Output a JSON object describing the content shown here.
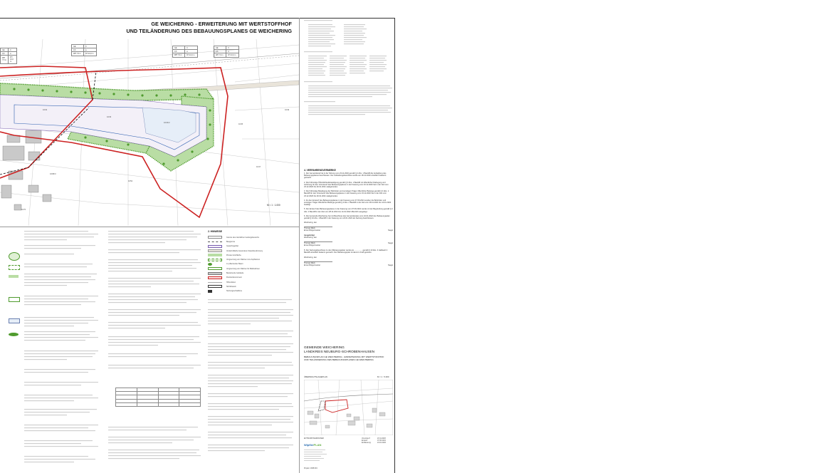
{
  "sheet": {
    "title_line1": "GE WEICHERING - ERWEITERUNG MIT WERTSTOFFHOF",
    "title_line2": "UND TEILÄNDERUNG DES BEBAUUNGSPLANES GE WEICHERING",
    "map_scale": "M = 1 : 1.000",
    "overview_scale": "M = 1 : 5.000",
    "overview_label": "ÜBERSICHTSLAGEPLAN"
  },
  "nutzungs_tables": [
    {
      "zone": "GE",
      "value": "0,6",
      "wh": "WH 7,5 m",
      "fh": "FH 10,0 m"
    },
    {
      "zone": "GE",
      "value": "0,6",
      "wh": "WH 7,5 m",
      "fh": "FH 10,0 m"
    },
    {
      "zone": "GE",
      "value": "0,6",
      "wh": "WH 7,5 m",
      "fh": "FH 10,0 m"
    },
    {
      "zone": "GE",
      "value": "0,6",
      "wh": "WH 7,5 m",
      "fh": "FH 10,0 m"
    }
  ],
  "hinweise": {
    "title": "2. HINWEISE"
  },
  "verfahren": {
    "title": "4. VERFAHRENSVERMERKE",
    "signer_name": "Thomas Mack",
    "signer_role": "Erster Bürgermeister",
    "seal_label": "Siegel",
    "place_label": "Weichering, den",
    "ausgefertigt": "Ausgefertigt",
    "items": [
      "1. Der Gemeinderat hat in der Sitzung vom 23.11.2020 gemäß § 2 Abs. 1 BauGB die Aufstellung des Bebauungsplanes beschlossen. Der Aufstellungsbeschluss wurde am 18.12.2020 ortsüblich bekannt gemacht.",
      "2. Die frühzeitige Öffentlichkeitsbeteiligung gemäß § 3 Abs. 1 BauGB mit öffentlicher Darlegung und Anhörung für den Vorentwurf des Bebauungsplanes in der Fassung vom 23.11.2020 hat in der Zeit vom 23.12.2020 bis 29.01.2021 stattgefunden.",
      "3. Die frühzeitige Beteiligung der Behörden und sonstigen Träger öffentlicher Belange gemäß § 4 Abs. 1 BauGB für den Vorentwurf des Bebauungsplanes in der Fassung vom 23.11.2020 hat in der Zeit vom 23.12.2020 bis 29.01.2021 stattgefunden.",
      "4. Zu dem Entwurf des Bebauungsplanes in der Fassung vom 07.06.2021 wurden die Behörden und sonstigen Träger öffentlicher Belange gemäß § 4 Abs. 2 BauGB in der Zeit vom 28.11.2021 bis 14.01.2022 beteiligt.",
      "5. Der Entwurf des Bebauungsplanes in der Fassung vom 07.06.2021 wurde mit der Begründung gemäß § 3 Abs. 2 BauGB in der Zeit vom 28.11.2021 bis 14.01.2022 öffentlich ausgelegt.",
      "6. Die Gemeinde Weichering hat mit Beschluss des Gemeinderates vom 24.01.2022 den Bebauungsplan gemäß § 10 Abs. 1 BauGB in der Fassung vom 24.01.2022 als Satzung beschlossen.",
      "8. Der Satzungsbeschluss zu dem Bebauungsplan wurde am ............... gemäß § 10 Abs. 3 Halbsatz 2 BauGB ortsüblich bekannt gemacht. Der Bebauungsplan ist damit in Kraft getreten."
    ]
  },
  "title_box": {
    "municipality_line1": "GEMEINDE WEICHERING",
    "municipality_line2": "LANDKREIS NEUBURG-SCHROBENHAUSEN",
    "desc_line1": "BEBAUUNGSPLAN GE WEICHERING - ERWEITERUNG MIT WERTSTOFFHOF",
    "desc_line2": "UND TEILÄNDERUNG DES BEBAUUNGSPLANES GE WEICHERING"
  },
  "footer": {
    "entwurfsverfasser": "ENTWURFSVERFASSER",
    "firm_a": "Wipfler",
    "firm_b": "PLAN",
    "date_labels": [
      "Vorentwurf:",
      "Entwurf:",
      "Endfassung:"
    ],
    "date_values": [
      "23.11.2020",
      "07.06.2021",
      "24.01.2022"
    ],
    "projekt": "Projekt: 1938.019"
  },
  "legend_rows": [
    "Grenze des räumlichen Geltungsbereichs",
    "Baugrenze",
    "Gewerbegebiet",
    "Verkehrsfläche besonderer Zweckbestimmung",
    "Private Grünfläche",
    "Umgrenzung von Flächen zum Anpflanzen",
    "zu pflanzender Baum",
    "Umgrenzung von Flächen für Maßnahmen",
    "Bestehende Gebäude",
    "Flurstücksnummern",
    "Höhenlinien",
    "Sichtdreieck",
    "Nutzungsschablone"
  ],
  "colors": {
    "boundary_red": "#cc2222",
    "green_band": "#4f9b2e",
    "green_fill": "#b9dda4",
    "road": "#e9e4da",
    "building": "#c9c9c9"
  }
}
